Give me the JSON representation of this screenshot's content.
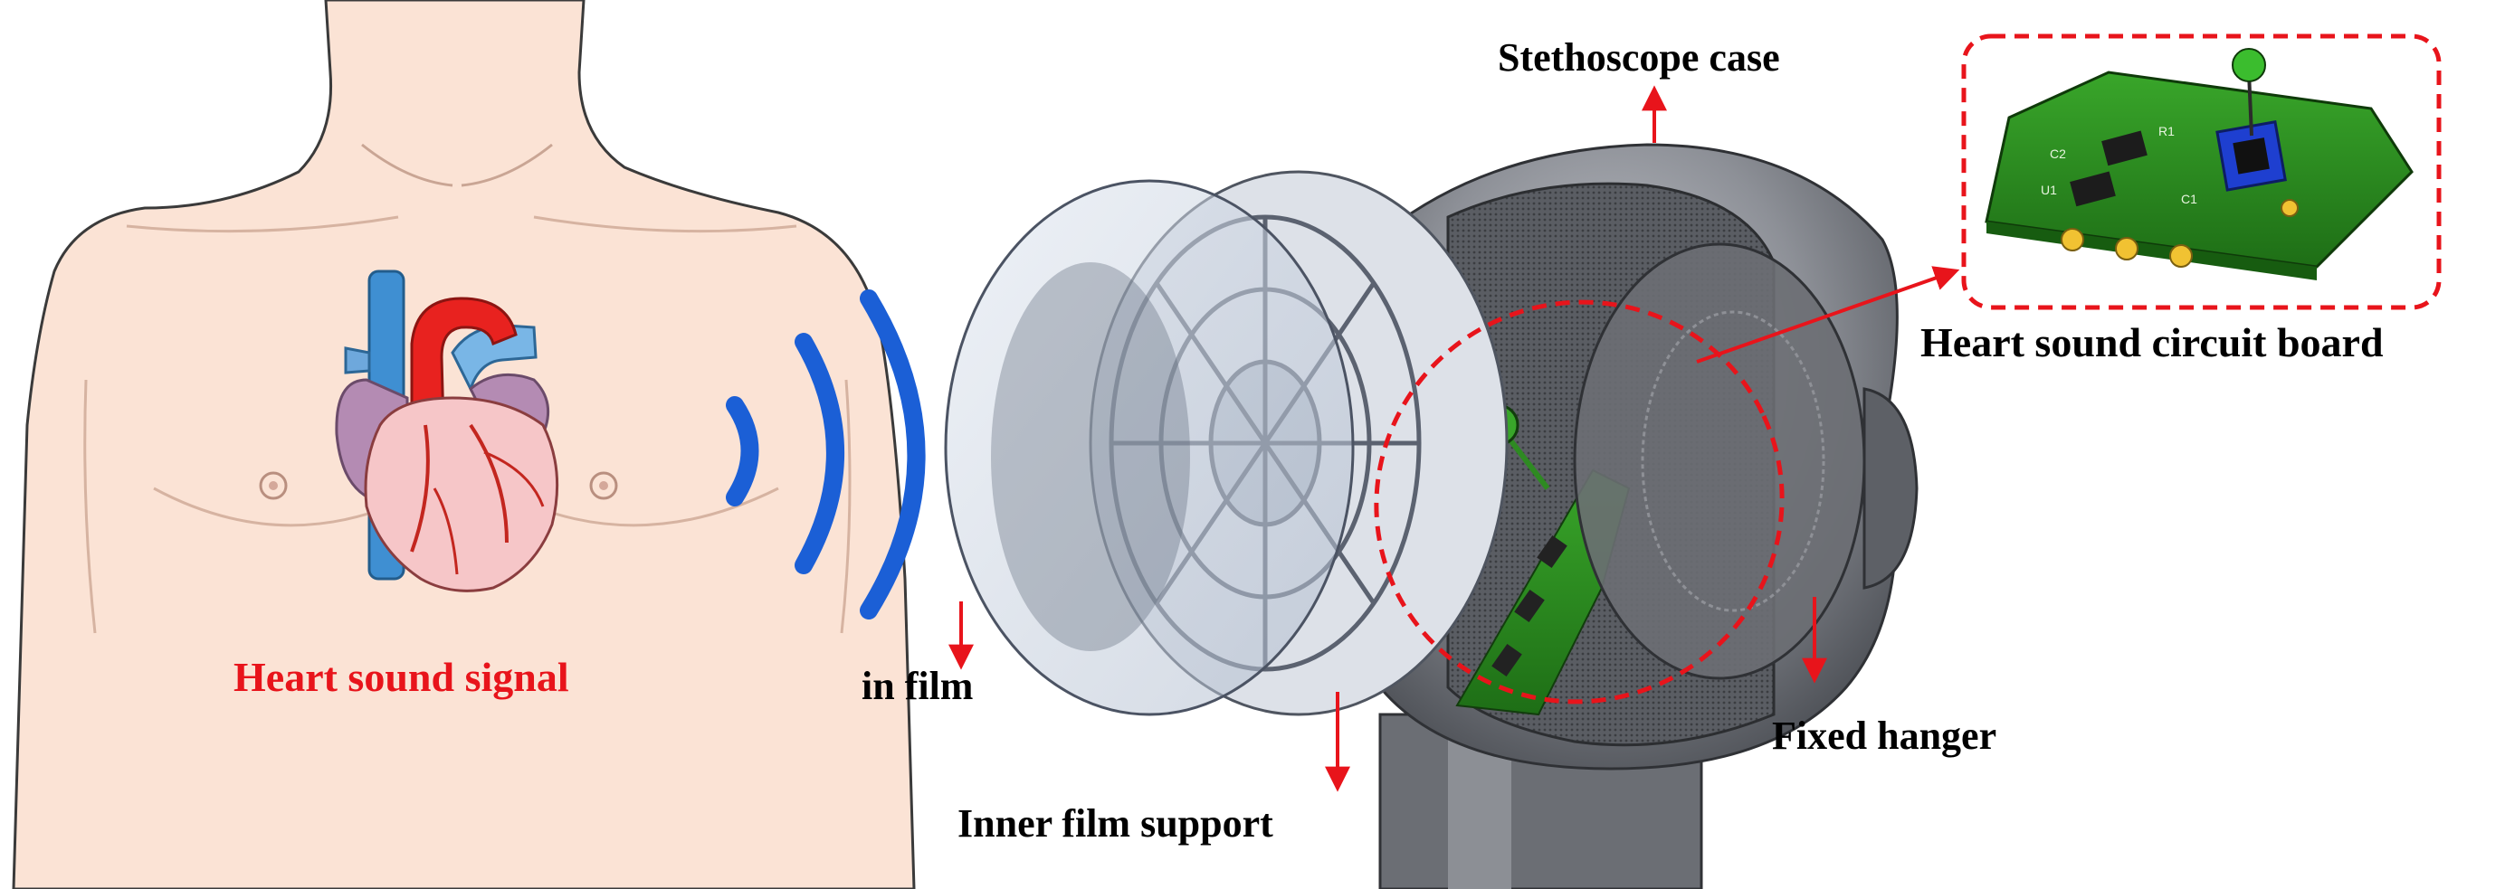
{
  "labels": {
    "heart_signal": "Heart sound signal",
    "in_film": "in film",
    "inner_support": "Inner film support",
    "case": "Stethoscope case",
    "circuit_board": "Heart sound circuit board",
    "fixed_hanger": "Fixed hanger"
  },
  "board_silkscreen": {
    "c1": "C1",
    "c2": "C2",
    "u1": "U1",
    "r1": "R1"
  },
  "colors": {
    "skin": "#fbe3d5",
    "outline": "#3a3a3a",
    "wave_blue": "#1b5fd6",
    "arrow_red": "#e8141b",
    "pcb_green": "#2a8a1e",
    "case_gray": "#7d8087",
    "film_blue": "#c9d3e3",
    "label_red": "#e8141b"
  }
}
